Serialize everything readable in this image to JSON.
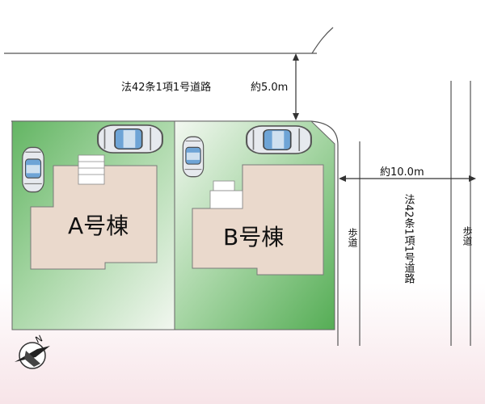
{
  "roads": {
    "north_road_label": "法42条1項1号道路",
    "north_road_width": "約5.0m",
    "east_road_width": "約10.0m",
    "east_road_label": "法42条1項1号道路",
    "sidewalk_left": "歩道",
    "sidewalk_right": "歩道"
  },
  "lots": {
    "a_label": "A号棟",
    "b_label": "B号棟"
  },
  "compass": {
    "label": "N",
    "icon": "compass-icon"
  },
  "colors": {
    "lot_green": "#6fbf6f",
    "building_fill": "#ead9cc",
    "road_line": "#555555"
  }
}
